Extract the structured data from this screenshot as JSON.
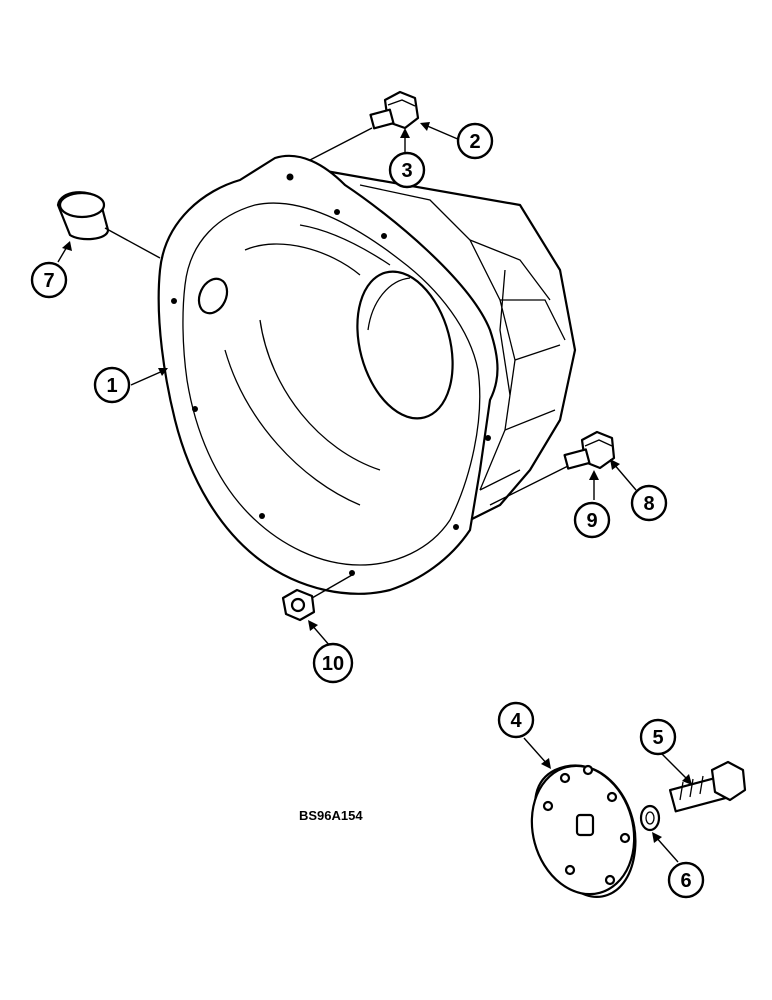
{
  "diagram": {
    "reference_code": "BS96A154",
    "callouts": [
      {
        "id": "1",
        "label": "1"
      },
      {
        "id": "2",
        "label": "2"
      },
      {
        "id": "3",
        "label": "3"
      },
      {
        "id": "4",
        "label": "4"
      },
      {
        "id": "5",
        "label": "5"
      },
      {
        "id": "6",
        "label": "6"
      },
      {
        "id": "7",
        "label": "7"
      },
      {
        "id": "8",
        "label": "8"
      },
      {
        "id": "9",
        "label": "9"
      },
      {
        "id": "10",
        "label": "10"
      }
    ]
  },
  "colors": {
    "line": "#000000",
    "background": "#ffffff"
  }
}
